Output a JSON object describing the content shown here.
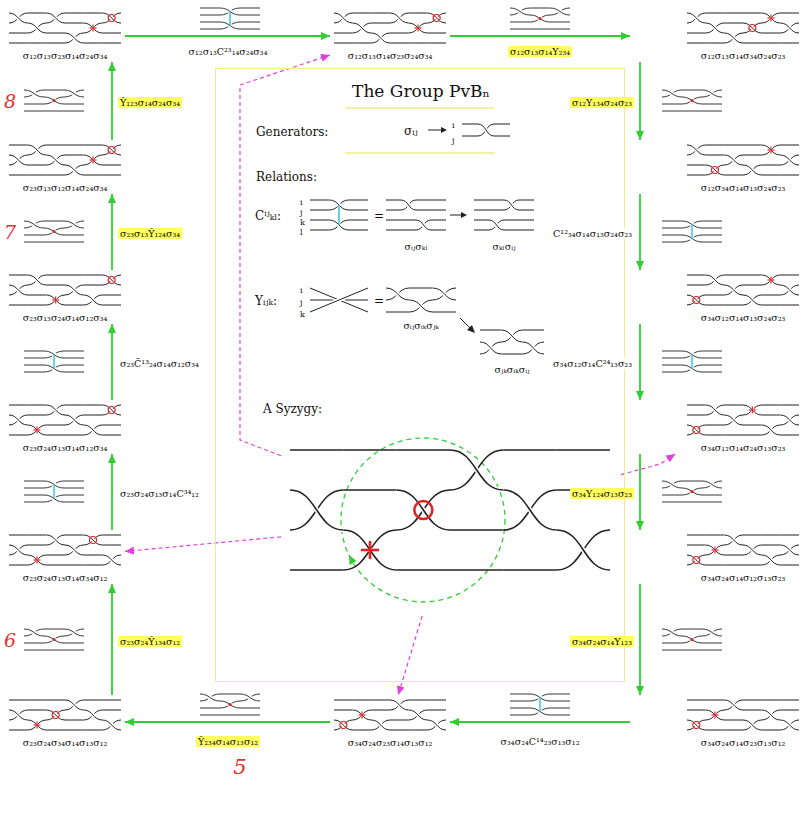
{
  "diagram": {
    "nodes": [
      {
        "text": [
          "σ₁₂σ₁₃σ₂₃σ₁₄σ₂₄σ₃₄"
        ]
      },
      {
        "text": [
          "σ₁₂σ₁₃σ₁₄σ₂₃σ₂₄σ₃₄"
        ]
      },
      {
        "text": [
          "σ₁₂σ₁₃σ₁₄σ₃₄σ₂₄σ₂₃"
        ]
      },
      {
        "text": [
          "σ₁₂σ₃₄σ₁₄σ₁₃σ₂₄σ₂₃"
        ]
      },
      {
        "text": [
          "σ₃₄σ₁₂σ₁₄σ₁₃σ₂₄σ₂₃"
        ]
      },
      {
        "text": [
          "σ₃₄σ₁₂σ₁₄σ₂₄σ₁₃σ₂₃"
        ]
      },
      {
        "text": [
          "σ₃₄σ₂₄σ₁₄σ₁₂σ₁₃σ₂₃"
        ]
      },
      {
        "text": [
          "σ₃₄σ₂₄σ₁₄σ₂₃σ₁₃σ₁₂"
        ]
      },
      {
        "text": [
          "σ₃₄σ₂₄σ₂₃σ₁₄σ₁₃σ₁₂"
        ]
      },
      {
        "text": [
          "σ₂₃σ₂₄σ₃₄σ₁₄σ₁₃σ₁₂"
        ]
      },
      {
        "text": [
          "σ₂₃σ₂₄σ₁₃σ₁₄σ₃₄σ₁₂"
        ]
      },
      {
        "text": [
          "σ₂₃σ₂₄σ₁₃σ₁₄σ₁₂σ₃₄"
        ]
      },
      {
        "text": [
          "σ₂₃σ₁₃σ₂₄σ₁₄σ₁₂σ₃₄"
        ]
      },
      {
        "text": [
          "σ₂₃σ₁₃σ₁₂σ₁₄σ₂₄σ₃₄"
        ]
      },
      {
        "text": [
          "The Group PvBₙ",
          "Generators:",
          "Relations:"
        ]
      },
      {
        "text": [
          "A Syzygy:"
        ],
        "in": 14
      }
    ],
    "edges": [
      {
        "from": 0,
        "to": 1,
        "arrow": "to",
        "label": "σ₁₂σ₁₃C²³₁₄σ₂₄σ₃₄"
      },
      {
        "from": 1,
        "to": 2,
        "arrow": "to",
        "label": "σ₁₂σ₁₃σ₁₄Y₂₃₄"
      },
      {
        "from": 2,
        "to": 3,
        "arrow": "to",
        "label": "σ₁₂Y₁₃₄σ₂₄σ₂₃"
      },
      {
        "from": 3,
        "to": 4,
        "arrow": "to",
        "label": "C¹²₃₄σ₁₄σ₁₃σ₂₄σ₂₃"
      },
      {
        "from": 4,
        "to": 5,
        "arrow": "to",
        "label": "σ₃₄σ₁₂σ₁₄C²⁴₁₃σ₂₃"
      },
      {
        "from": 5,
        "to": 6,
        "arrow": "to",
        "label": "σ₃₄Y₁₂₄σ₁₃σ₂₃"
      },
      {
        "from": 6,
        "to": 7,
        "arrow": "to",
        "label": "σ₃₄σ₂₄σ₁₄Y₁₂₃"
      },
      {
        "from": 7,
        "to": 8,
        "arrow": "to",
        "label": "σ₃₄σ₂₄C¹⁴₂₃σ₁₃σ₁₂"
      },
      {
        "from": 8,
        "to": 9,
        "arrow": "to",
        "label": "Ȳ₂₃₄σ₁₄σ₁₃σ₁₂"
      },
      {
        "from": 9,
        "to": 10,
        "arrow": "to",
        "label": "σ₂₃σ₂₄Ȳ₁₃₄σ₁₂"
      },
      {
        "from": 10,
        "to": 11,
        "arrow": "to",
        "label": "σ₂₃σ₂₄σ₁₃σ₁₄C³⁴₁₂"
      },
      {
        "from": 11,
        "to": 12,
        "arrow": "to",
        "label": "σ₂₃C̄¹³₂₄σ₁₄σ₁₂σ₃₄"
      },
      {
        "from": 12,
        "to": 13,
        "arrow": "to",
        "label": "σ₂₃σ₁₃Ȳ₁₂₄σ₃₄"
      },
      {
        "from": 13,
        "to": 0,
        "arrow": "to",
        "label": "Ȳ₁₂₃σ₁₄σ₂₄σ₃₄"
      },
      {
        "from": 15,
        "to": 1,
        "arrow": "to"
      },
      {
        "from": 15,
        "to": 10,
        "arrow": "to"
      },
      {
        "from": 15,
        "to": 8,
        "arrow": "to"
      },
      {
        "from": 15,
        "to": 5,
        "arrow": "to"
      }
    ],
    "labels": [
      "σᵢⱼ",
      "i",
      "j",
      "Cⁱʲₖₗ:",
      "i",
      "j",
      "k",
      "l",
      "=",
      "σᵢⱼσₖₗ",
      "σₖₗσᵢⱼ",
      "Yᵢⱼₖ:",
      "i",
      "j",
      "k",
      "=",
      "σᵢⱼσᵢₖσⱼₖ",
      "σⱼₖσᵢₖσᵢⱼ",
      "8",
      "7",
      "6",
      "5"
    ]
  }
}
